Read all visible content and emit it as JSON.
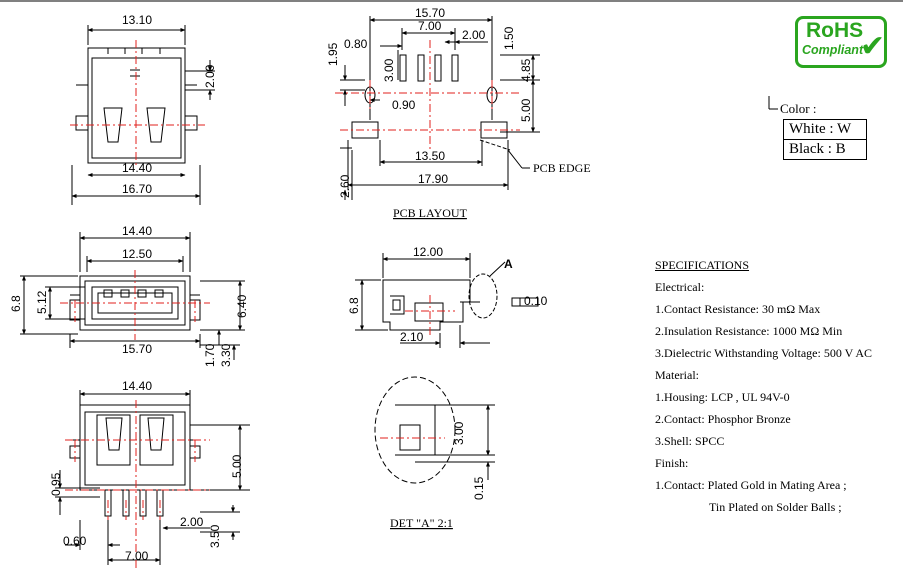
{
  "views": {
    "top": {
      "w1": "13.10",
      "d1": "2.00",
      "w2": "14.40",
      "w3": "16.70"
    },
    "pcb": {
      "w1": "15.70",
      "w2": "7.00",
      "d080": "0.80",
      "d200": "2.00",
      "d150": "1.50",
      "d195": "1.95",
      "d300": "3.00",
      "d485": "4.85",
      "d090": "0.90",
      "d500": "5.00",
      "d1350": "13.50",
      "d1790": "17.90",
      "d260": "2.60",
      "edge": "PCB EDGE",
      "title": "PCB LAYOUT"
    },
    "front": {
      "w1": "14.40",
      "w2": "12.50",
      "h1": "6.8",
      "h2": "5.12",
      "h3": "6.40",
      "w3": "15.70",
      "d170": "1.70",
      "d330": "3.30"
    },
    "side": {
      "w1": "12.00",
      "h1": "6.8",
      "d210": "2.10",
      "callout": "A",
      "flat": "0.10"
    },
    "bottom": {
      "w1": "14.40",
      "d095": "0.95",
      "d500": "5.00",
      "d200": "2.00",
      "d060": "0.60",
      "d350": "3.50",
      "d700": "7.00"
    },
    "detail": {
      "d300": "3.00",
      "d015": "0.15",
      "title": "DET \"A\" 2:1"
    }
  },
  "rohs": {
    "line1": "RoHS",
    "line2": "Compliant"
  },
  "color": {
    "label": "Color :",
    "options": [
      "White : W",
      "Black  : B"
    ]
  },
  "specs": {
    "title": "SPECIFICATIONS",
    "electrical_h": "Electrical:",
    "e1": "1.Contact Resistance: 30 mΩ Max",
    "e2": "2.Insulation Resistance: 1000 MΩ Min",
    "e3": "3.Dielectric Withstanding Voltage: 500 V AC",
    "material_h": "Material:",
    "m1": "1.Housing: LCP , UL 94V-0",
    "m2": "2.Contact: Phosphor Bronze",
    "m3": "3.Shell: SPCC",
    "finish_h": "Finish:",
    "f1": "1.Contact: Plated Gold in Mating Area ;",
    "f2": "Tin Plated on Solder Balls ;"
  },
  "colors": {
    "center_line": "#e0201c",
    "rohs_green": "#2aa51f"
  }
}
